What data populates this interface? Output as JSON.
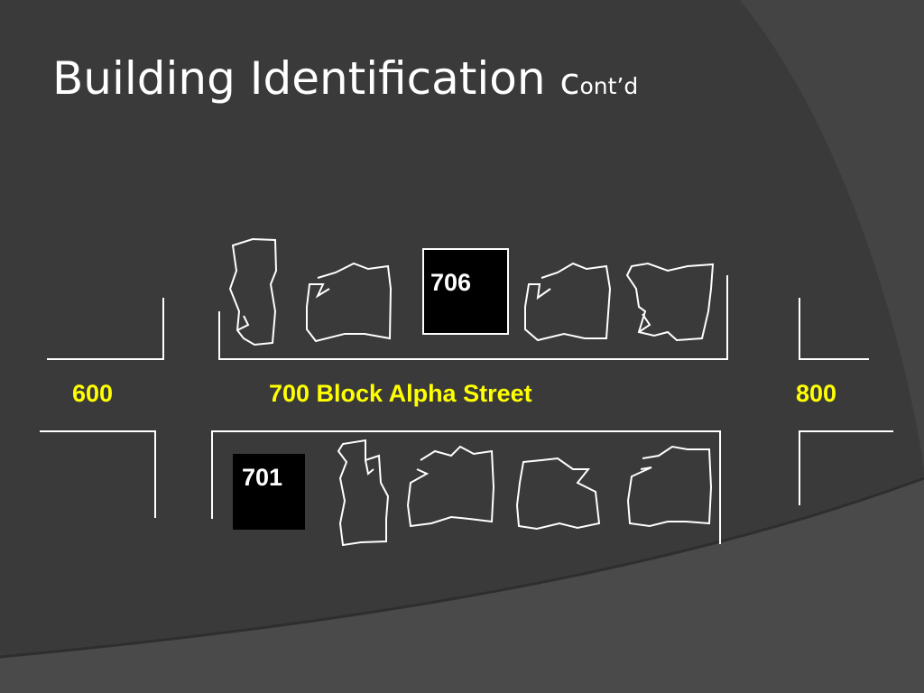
{
  "slide": {
    "title_main": "Building Identification ",
    "title_c": "c",
    "title_cont": "ont’d"
  },
  "street": {
    "block_left": "600",
    "block_name": "700 Block Alpha Street",
    "block_right": "800"
  },
  "buildings": {
    "north_highlight": "706",
    "south_highlight": "701"
  },
  "colors": {
    "background": "#3a3a3a",
    "street_label": "#ffff00",
    "outline": "#ffffff",
    "highlight_fill": "#000000"
  }
}
